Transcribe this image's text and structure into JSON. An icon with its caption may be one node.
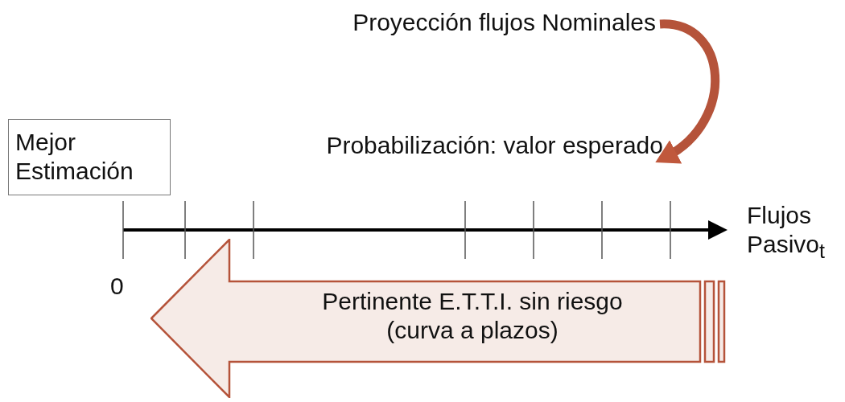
{
  "diagram": {
    "nodes": [
      {
        "text": [
          "Proyección flujos Nominales"
        ]
      },
      {
        "text": [
          "Probabilización: valor esperado"
        ]
      },
      {
        "text": [
          "Mejor Estimación"
        ]
      },
      {
        "text": [
          "Pertinente E.T.T.I. sin riesgo (curva a plazos)"
        ]
      }
    ],
    "edges": [
      {
        "from": 0,
        "to": 1,
        "arrow": "to"
      }
    ],
    "labels": [
      "0",
      "Flujos Pasivo$_{t}$"
    ]
  }
}
